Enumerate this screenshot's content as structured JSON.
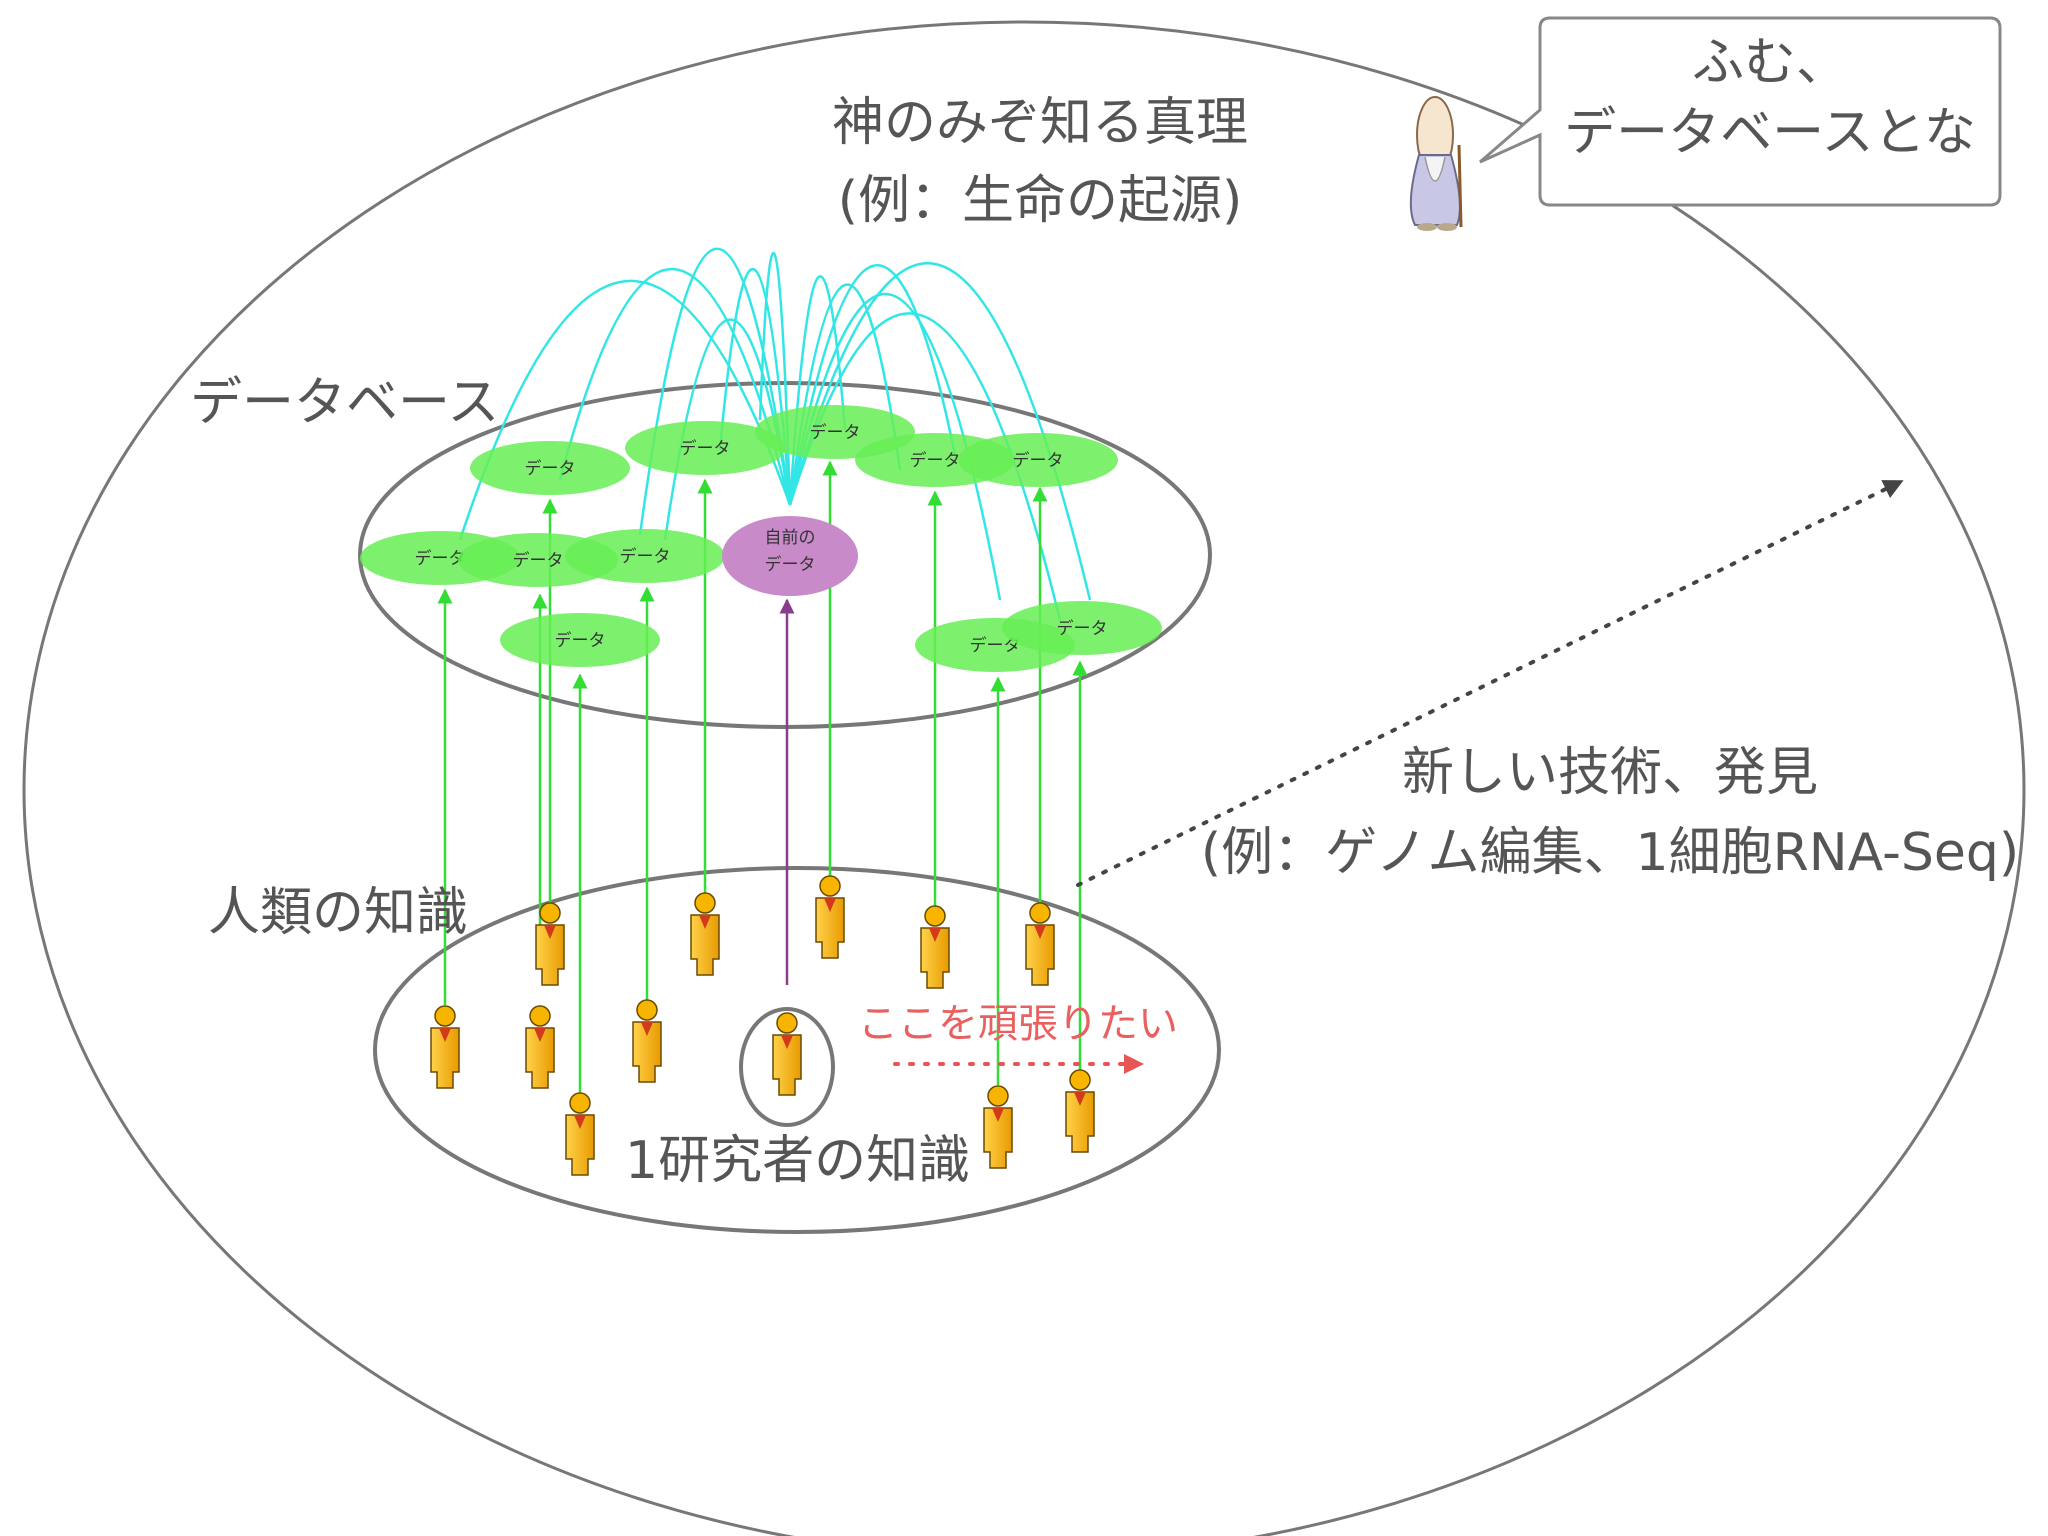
{
  "labels": {
    "truth_line1": "神のみぞ知る真理",
    "truth_line2": "(例：生命の起源)",
    "database": "データベース",
    "human_knowledge": "人類の知識",
    "researcher_knowledge": "1研究者の知識",
    "new_tech_line1": "新しい技術、発見",
    "new_tech_line2": "(例：ゲノム編集、1細胞RNA-Seq)",
    "effort": "ここを頑張りたい"
  },
  "speech": {
    "line1": "ふむ、",
    "line2": "データベースとな"
  },
  "nodes": {
    "data_label": "データ",
    "own_data_line1": "自前の",
    "own_data_line2": "データ"
  },
  "colors": {
    "outline": "#777777",
    "data_node": "#66ee55",
    "own_data_node": "#c98ac9",
    "arc": "#33e6e6",
    "green_arrow": "#33dd33",
    "purple_arrow": "#8a3d8a",
    "effort_arrow": "#e85555",
    "person_body": "#f5b800"
  }
}
